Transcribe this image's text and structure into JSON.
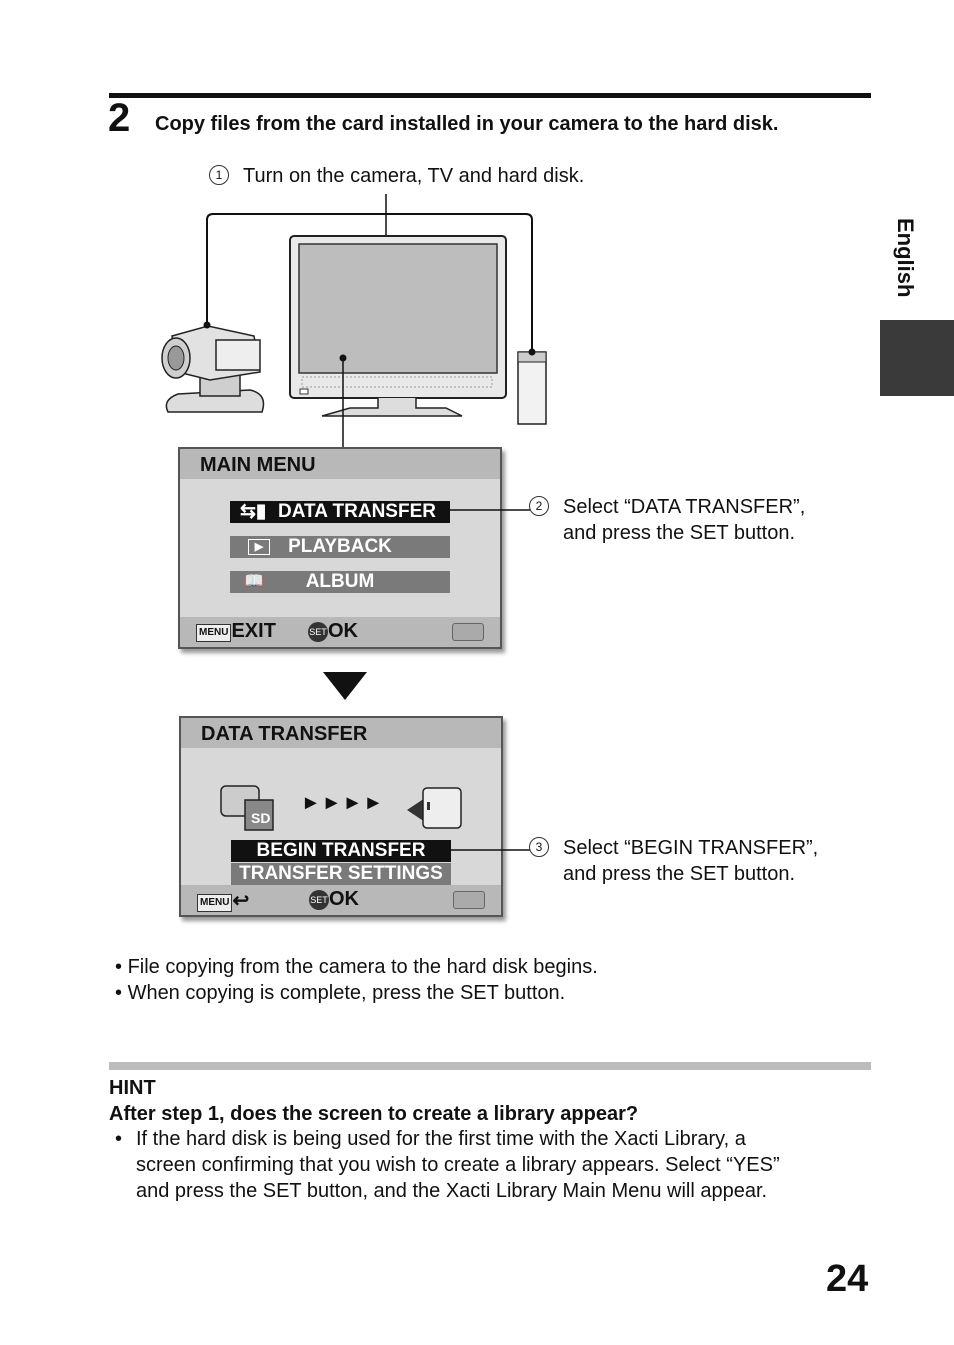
{
  "step": {
    "number": "2",
    "instruction": "Copy files from the card installed in your camera to the hard disk."
  },
  "side_tab": {
    "label": "English"
  },
  "notes": [
    {
      "marker": "1",
      "text": "Turn on the camera, TV and hard disk."
    },
    {
      "marker": "2",
      "line1": "Select “DATA TRANSFER”,",
      "line2": "and press the SET button."
    },
    {
      "marker": "3",
      "line1": "Select “BEGIN TRANSFER”,",
      "line2": "and press the SET button."
    }
  ],
  "main_menu": {
    "title": "MAIN MENU",
    "items": [
      "DATA TRANSFER",
      "PLAYBACK",
      "ALBUM"
    ],
    "footer": {
      "menu_key": "MENU",
      "exit_label": "EXIT",
      "set_key": "SET",
      "ok_label": "OK"
    }
  },
  "data_transfer": {
    "title": "DATA TRANSFER",
    "card_label": "SD",
    "arrows": "►►►►",
    "items": [
      "BEGIN TRANSFER",
      "TRANSFER SETTINGS"
    ],
    "footer": {
      "menu_key": "MENU",
      "set_key": "SET",
      "ok_label": "OK"
    }
  },
  "bullets": [
    "File copying from the camera to the hard disk begins.",
    "When copying is complete, press the SET button."
  ],
  "hint": {
    "heading": "HINT",
    "question": "After step 1, does the screen to create a library appear?",
    "lines": [
      "If the hard disk is being used for the first time with the Xacti Library, a",
      "screen confirming that you wish to create a library appears. Select “YES”",
      "and press the SET button, and the Xacti Library Main Menu will appear."
    ]
  },
  "page_number": "24"
}
